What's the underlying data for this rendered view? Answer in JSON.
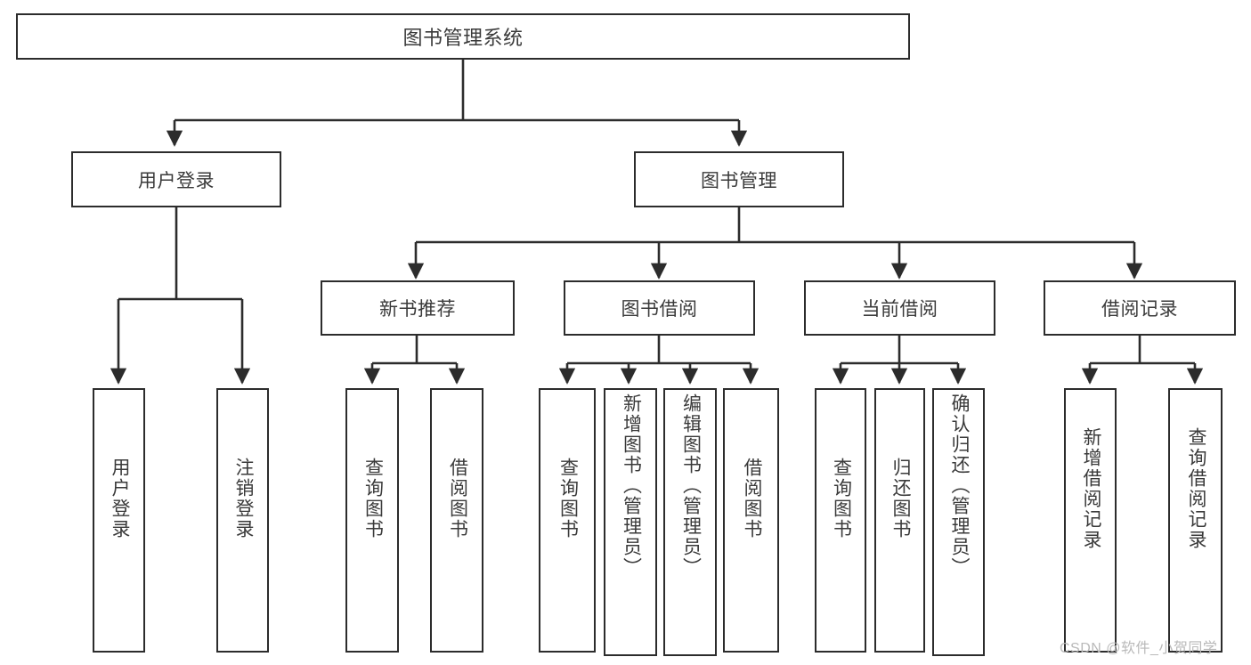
{
  "diagram": {
    "title": "图书管理系统",
    "type": "hierarchy-tree",
    "orientation": "top-down",
    "colors": {
      "box_border": "#2c2c2c",
      "box_fill": "#ffffff",
      "text": "#3a3a3a",
      "edge": "#2c2c2c",
      "watermark": "#b9b9b9"
    },
    "nodes": {
      "root": {
        "label": "图书管理系统"
      },
      "level1": [
        {
          "label": "用户登录"
        },
        {
          "label": "图书管理"
        }
      ],
      "level2": [
        {
          "label": "新书推荐"
        },
        {
          "label": "图书借阅"
        },
        {
          "label": "当前借阅"
        },
        {
          "label": "借阅记录"
        }
      ],
      "leaves": {
        "user_login": [
          {
            "label": "用户登录"
          },
          {
            "label": "注销登录"
          }
        ],
        "new_book_recommend": [
          {
            "label": "查询图书"
          },
          {
            "label": "借阅图书"
          }
        ],
        "book_borrow": [
          {
            "label": "查询图书"
          },
          {
            "label": "新增图书（管理员）"
          },
          {
            "label": "编辑图书（管理员）"
          },
          {
            "label": "借阅图书"
          }
        ],
        "current_borrow": [
          {
            "label": "查询图书"
          },
          {
            "label": "归还图书"
          },
          {
            "label": "确认归还（管理员）"
          }
        ],
        "borrow_record": [
          {
            "label": "新增借阅记录"
          },
          {
            "label": "查询借阅记录"
          }
        ]
      }
    },
    "watermark": "CSDN @软件_小贺同学"
  }
}
